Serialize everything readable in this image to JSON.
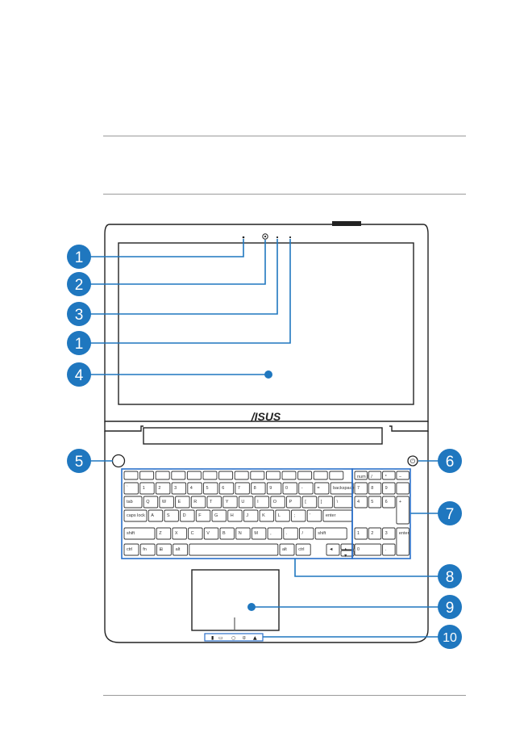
{
  "brand": {
    "logo_text": "/ISUS"
  },
  "callouts": [
    {
      "id": "c1a",
      "label": "1",
      "target": "microphone-left"
    },
    {
      "id": "c2",
      "label": "2",
      "target": "camera"
    },
    {
      "id": "c3",
      "label": "3",
      "target": "camera-indicator"
    },
    {
      "id": "c1b",
      "label": "1",
      "target": "microphone-right"
    },
    {
      "id": "c4",
      "label": "4",
      "target": "display-panel"
    },
    {
      "id": "c5",
      "label": "5",
      "target": "speaker-left"
    },
    {
      "id": "c6",
      "label": "6",
      "target": "power-button"
    },
    {
      "id": "c7",
      "label": "7",
      "target": "numeric-keypad"
    },
    {
      "id": "c8",
      "label": "8",
      "target": "keyboard"
    },
    {
      "id": "c9",
      "label": "9",
      "target": "touchpad"
    },
    {
      "id": "c10",
      "label": "10",
      "target": "status-indicators"
    }
  ],
  "keyboard": {
    "row_numbers": [
      "`",
      "1",
      "2",
      "3",
      "4",
      "5",
      "6",
      "7",
      "8",
      "9",
      "0",
      "-",
      "=",
      "backspace"
    ],
    "row_qwerty": [
      "tab",
      "Q",
      "W",
      "E",
      "R",
      "T",
      "Y",
      "U",
      "I",
      "O",
      "P",
      "[",
      "]",
      "\\"
    ],
    "row_home": [
      "caps lock",
      "A",
      "S",
      "D",
      "F",
      "G",
      "H",
      "J",
      "K",
      "L",
      ";",
      "'",
      "enter"
    ],
    "row_shift": [
      "shift",
      "Z",
      "X",
      "C",
      "V",
      "B",
      "N",
      "M",
      ",",
      ".",
      "/",
      "shift"
    ],
    "row_bottom": [
      "ctrl",
      "fn",
      "⊞",
      "alt",
      "",
      "alt",
      "ctrl"
    ],
    "numpad": {
      "row1": [
        "num lk",
        "/",
        "*",
        "−"
      ],
      "row2": [
        "7",
        "8",
        "9"
      ],
      "row3": [
        "4",
        "5",
        "6",
        "+"
      ],
      "row4": [
        "1",
        "2",
        "3"
      ],
      "row5": [
        "0",
        ".",
        "enter"
      ]
    }
  },
  "colors": {
    "accent": "#1f77bf",
    "highlight": "#2a6fc9",
    "outline": "#222222"
  }
}
